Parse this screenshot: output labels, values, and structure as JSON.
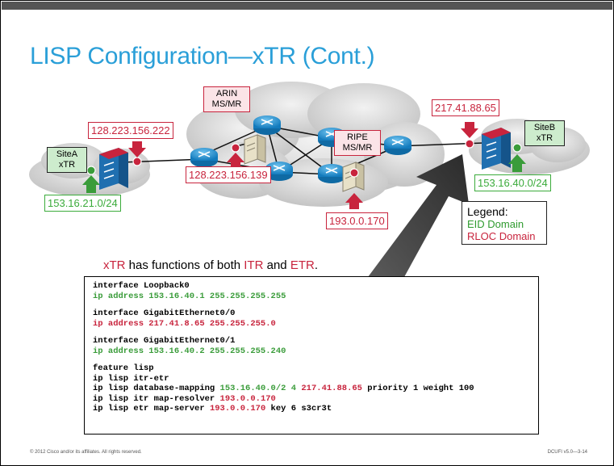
{
  "slide": {
    "title_part1": "LISP Configuration",
    "title_dash": "—",
    "title_part2": "xTR (Cont.)"
  },
  "diagram": {
    "sitea": {
      "line1": "SiteA",
      "line2": "xTR"
    },
    "siteb": {
      "line1": "SiteB",
      "line2": "xTR"
    },
    "arin": {
      "line1": "ARIN",
      "line2": "MS/MR"
    },
    "ripe": {
      "line1": "RIPE",
      "line2": "MS/MR"
    },
    "ip_sitea_rloc": "128.223.156.222",
    "ip_arin": "128.223.156.139",
    "ip_ripe": "193.0.0.170",
    "ip_siteb_rloc": "217.41.88.65",
    "ip_sitea_eid": "153.16.21.0/24",
    "ip_siteb_eid": "153.16.40.0/24"
  },
  "legend": {
    "title": "Legend:",
    "eid": "EID Domain",
    "rloc": "RLOC Domain"
  },
  "note": {
    "part1": "xTR",
    "part2": " has functions of both ",
    "part3": "ITR",
    "part4": " and ",
    "part5": "ETR",
    "part6": "."
  },
  "code": {
    "l1": "interface Loopback0",
    "l2": "ip address 153.16.40.1 255.255.255.255",
    "l3": "interface GigabitEthernet0/0",
    "l4": "ip address 217.41.8.65 255.255.255.0",
    "l5": "interface GigabitEthernet0/1",
    "l6": "ip address 153.16.40.2 255.255.255.240",
    "l7": "feature lisp",
    "l8": "ip lisp itr-etr",
    "l9a": "ip lisp database-mapping ",
    "l9b": "153.16.40.0/2 4",
    "l9c": " ",
    "l9d": "217.41.88.65",
    "l9e": " priority 1 weight 100",
    "l10a": "ip lisp itr map-resolver ",
    "l10b": "193.0.0.170",
    "l11a": "ip lisp etr map-server ",
    "l11b": "193.0.0.170",
    "l11c": " key 6 s3cr3t"
  },
  "footer": {
    "left": "© 2012 Cisco and/or its affiliates. All rights reserved.",
    "right": "DCUFI v5.0—3-14"
  },
  "colors": {
    "title_blue": "#2a9fd8",
    "eid_green": "#3a9c3a",
    "rloc_red": "#c8243d",
    "router_blue": "#1e88c7"
  }
}
